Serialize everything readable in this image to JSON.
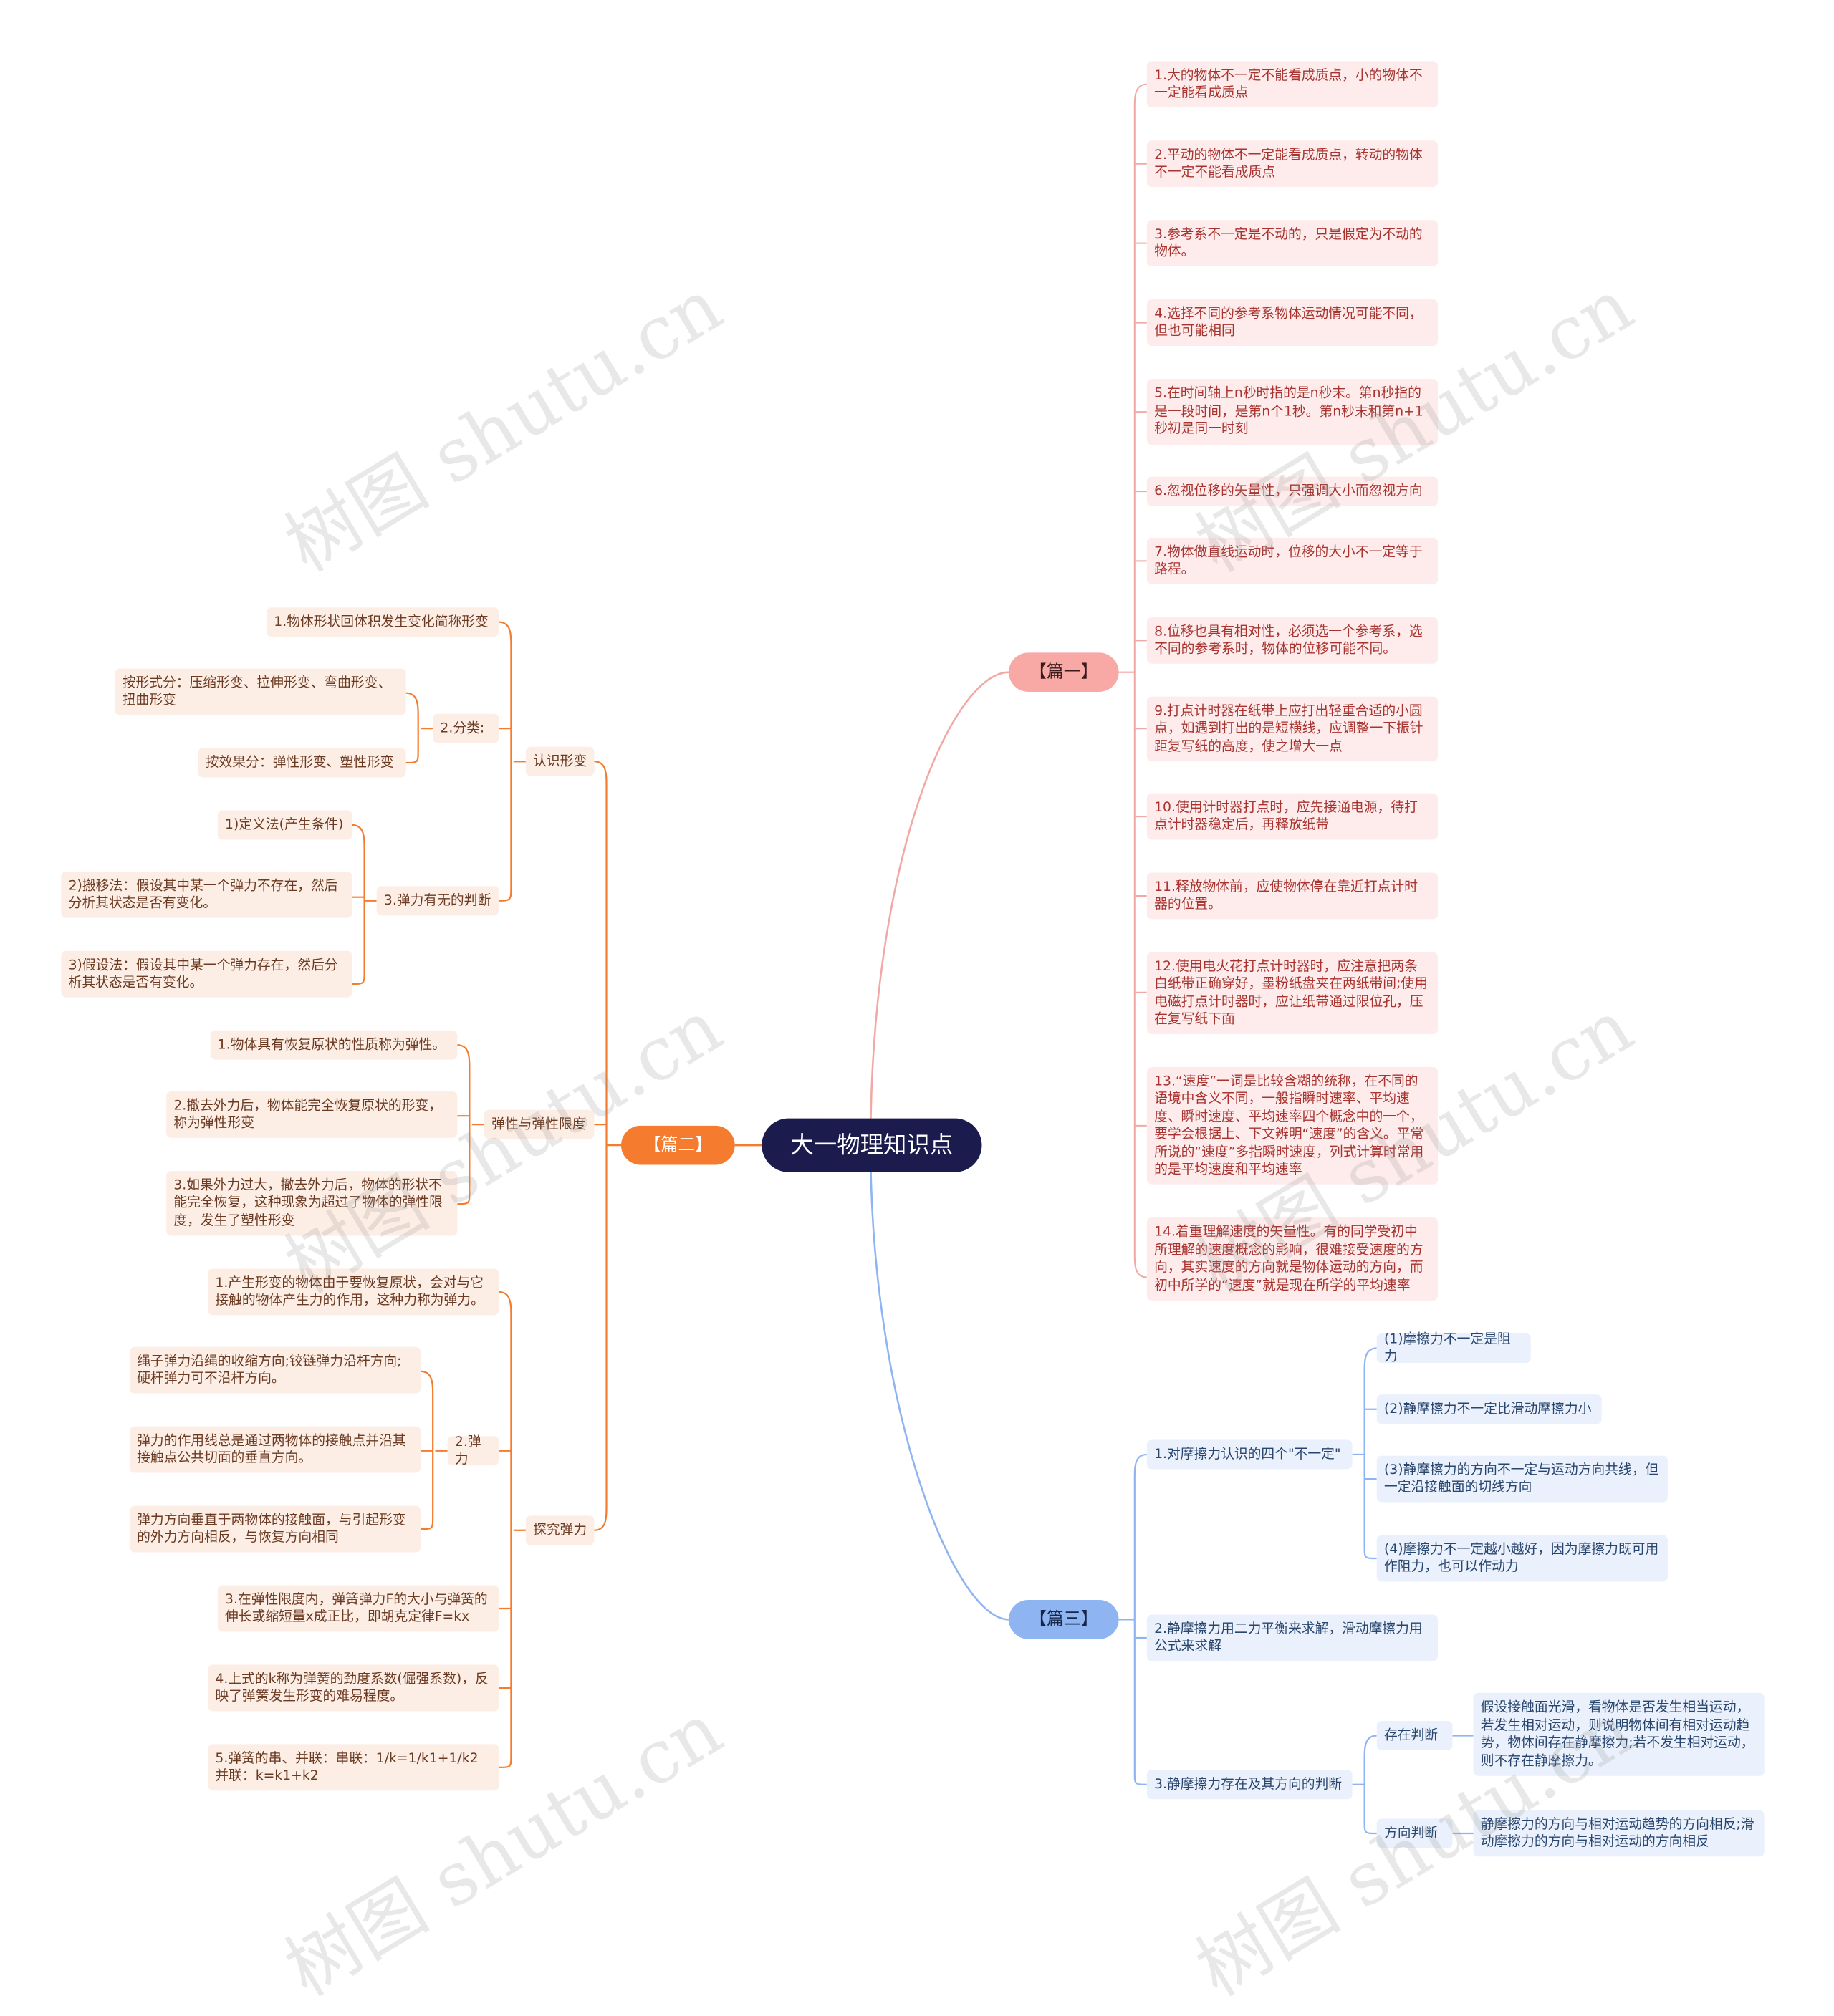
{
  "root": "大一物理知识点",
  "watermark": "树图 shutu.cn",
  "branch1": {
    "label": "【篇一】",
    "items": [
      "1.大的物体不一定不能看成质点，小的物体不一定能看成质点",
      "2.平动的物体不一定能看成质点，转动的物体不一定不能看成质点",
      "3.参考系不一定是不动的，只是假定为不动的物体。",
      "4.选择不同的参考系物体运动情况可能不同，但也可能相同",
      "5.在时间轴上n秒时指的是n秒末。第n秒指的是一段时间，是第n个1秒。第n秒末和第n+1秒初是同一时刻",
      "6.忽视位移的矢量性，只强调大小而忽视方向",
      "7.物体做直线运动时，位移的大小不一定等于路程。",
      "8.位移也具有相对性，必须选一个参考系，选不同的参考系时，物体的位移可能不同。",
      "9.打点计时器在纸带上应打出轻重合适的小圆点，如遇到打出的是短横线，应调整一下振针距复写纸的高度，使之增大一点",
      "10.使用计时器打点时，应先接通电源，待打点计时器稳定后，再释放纸带",
      "11.释放物体前，应使物体停在靠近打点计时器的位置。",
      "12.使用电火花打点计时器时，应注意把两条白纸带正确穿好，墨粉纸盘夹在两纸带间;使用电磁打点计时器时，应让纸带通过限位孔，压在复写纸下面",
      "13.“速度”一词是比较含糊的统称，在不同的语境中含义不同，一般指瞬时速率、平均速度、瞬时速度、平均速率四个概念中的一个，要学会根据上、下文辨明“速度”的含义。平常所说的“速度”多指瞬时速度，列式计算时常用的是平均速度和平均速率",
      "14.着重理解速度的矢量性。有的同学受初中所理解的速度概念的影响，很难接受速度的方向，其实速度的方向就是物体运动的方向，而初中所学的“速度”就是现在所学的平均速率"
    ]
  },
  "branch2": {
    "label": "【篇二】",
    "g1": {
      "label": "认识形变",
      "a": "1.物体形状回体积发生变化简称形变",
      "b": "2.分类:",
      "b1": "按形式分：压缩形变、拉伸形变、弯曲形变、扭曲形变",
      "b2": "按效果分：弹性形变、塑性形变",
      "c": "3.弹力有无的判断",
      "c1": "1)定义法(产生条件)",
      "c2": "2)搬移法：假设其中某一个弹力不存在，然后分析其状态是否有变化。",
      "c3": "3)假设法：假设其中某一个弹力存在，然后分析其状态是否有变化。"
    },
    "g2": {
      "label": "弹性与弹性限度",
      "a": "1.物体具有恢复原状的性质称为弹性。",
      "b": "2.撤去外力后，物体能完全恢复原状的形变，称为弹性形变",
      "c": "3.如果外力过大，撤去外力后，物体的形状不能完全恢复，这种现象为超过了物体的弹性限度，发生了塑性形变"
    },
    "g3": {
      "label": "探究弹力",
      "a": "1.产生形变的物体由于要恢复原状，会对与它接触的物体产生力的作用，这种力称为弹力。",
      "b": "2.弹力",
      "b1": "绳子弹力沿绳的收缩方向;铰链弹力沿杆方向;硬杆弹力可不沿杆方向。",
      "b2": "弹力的作用线总是通过两物体的接触点并沿其接触点公共切面的垂直方向。",
      "b3": "弹力方向垂直于两物体的接触面，与引起形变的外力方向相反，与恢复方向相同",
      "c": "3.在弹性限度内，弹簧弹力F的大小与弹簧的伸长或缩短量x成正比，即胡克定律F=kx",
      "d": "4.上式的k称为弹簧的劲度系数(倔强系数)，反映了弹簧发生形变的难易程度。",
      "e": "5.弹簧的串、并联：串联：1/k=1/k1+1/k2 并联：k=k1+k2"
    }
  },
  "branch3": {
    "label": "【篇三】",
    "a": "1.对摩擦力认识的四个\"不一定\"",
    "a1": "(1)摩擦力不一定是阻力",
    "a2": "(2)静摩擦力不一定比滑动摩擦力小",
    "a3": "(3)静摩擦力的方向不一定与运动方向共线，但一定沿接触面的切线方向",
    "a4": "(4)摩擦力不一定越小越好，因为摩擦力既可用作阻力，也可以作动力",
    "b": "2.静摩擦力用二力平衡来求解，滑动摩擦力用公式来求解",
    "c": "3.静摩擦力存在及其方向的判断",
    "c1": "存在判断",
    "c1a": "假设接触面光滑，看物体是否发生相当运动，若发生相对运动，则说明物体间有相对运动趋势，物体间存在静摩擦力;若不发生相对运动，则不存在静摩擦力。",
    "c2": "方向判断",
    "c2a": "静摩擦力的方向与相对运动趋势的方向相反;滑动摩擦力的方向与相对运动的方向相反"
  }
}
